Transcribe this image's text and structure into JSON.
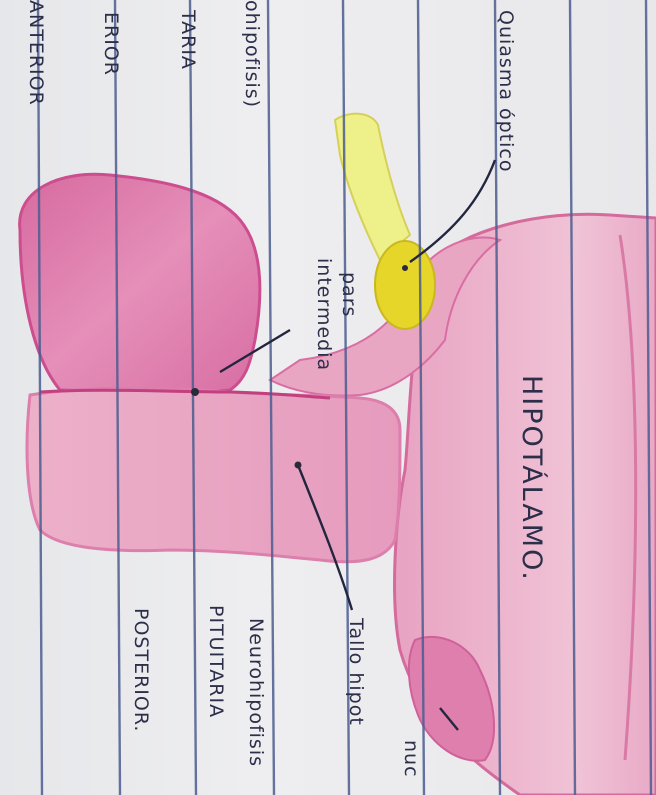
{
  "image": {
    "description_labels": {
      "quiasma": "Quiasma óptico",
      "hipotalamo": "HIPOTÁLAMO.",
      "pars": "pars",
      "intermedia": "intermedia",
      "tallo": "Tallo hipot",
      "neurohipofisis": "Neurohipofisis",
      "pituitaria": "PITUITARIA",
      "posterior": "POSTERIOR.",
      "left_ohipofisis": "ohipofisis)",
      "left_taria": "TARIA",
      "left_erior": "ERIOR",
      "left_anterior": "ANTERIOR",
      "right_nuc": "nuc"
    },
    "colors": {
      "paper": "#ebebee",
      "rule_line": "#4c5d8f",
      "pink_light": "#eaa7c4",
      "pink_mid": "#de84ac",
      "pink_dark": "#d05a93",
      "yellow": "#e7d62a",
      "yellow_light": "#eef08a",
      "ink": "#2c2f4a"
    }
  }
}
